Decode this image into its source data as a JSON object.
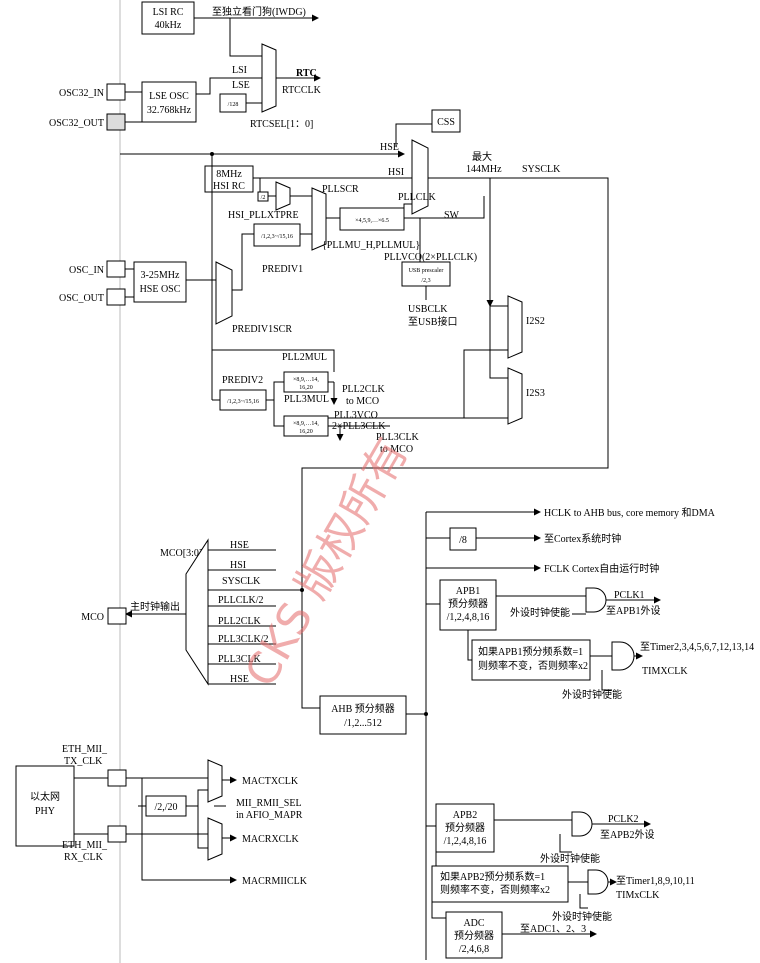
{
  "labels": {
    "lsi_rc": [
      "LSI RC",
      "40kHz"
    ],
    "to_iwdg": "至独立看门狗(IWDG)",
    "lsi": "LSI",
    "lse": "LSE",
    "div128": "/128",
    "rtc": "RTC",
    "rtcclk": "RTCCLK",
    "rtcsel": "RTCSEL[1：0]",
    "osc32_in": "OSC32_IN",
    "osc32_out": "OSC32_OUT",
    "lse_osc": [
      "LSE OSC",
      "32.768kHz"
    ],
    "css": "CSS",
    "hse": "HSE",
    "max_freq": [
      "最大",
      "144MHz"
    ],
    "sysclk": "SYSCLK",
    "hsi_rc": [
      "8MHz",
      "HSI RC"
    ],
    "hsi": "HSI",
    "div2": "/2",
    "pllscr": "PLLSCR",
    "pllclk": "PLLCLK",
    "sw": "SW",
    "hsi_pllxtpre": "HSI_PLLXTPRE",
    "pll_mul_box": "×4,5,9,…×6.5",
    "pllmul": "{PLLMU_H,PLLMUL}",
    "prediv1_box": "/1,2,3~/15,16",
    "prediv1": "PREDIV1",
    "pllvco": "PLLVCO(2×PLLCLK)",
    "usb_box": [
      "USB prescaler",
      "/2,3"
    ],
    "usbclk": [
      "USBCLK",
      "至USB接口"
    ],
    "osc_in": "OSC_IN",
    "osc_out": "OSC_OUT",
    "hse_osc": [
      "3-25MHz",
      "HSE OSC"
    ],
    "prediv1scr": "PREDIV1SCR",
    "i2s2": "I2S2",
    "i2s3": "I2S3",
    "pll2mul": "PLL2MUL",
    "prediv2": "PREDIV2",
    "prediv2_box": "/1,2,3~/15,16",
    "pll2_box": [
      "×8,9,…14,",
      "16,20"
    ],
    "pll2clk": [
      "PLL2CLK",
      "to MCO"
    ],
    "pll3mul": "PLL3MUL",
    "pll3_box": [
      "×8,9,…14,",
      "16,20"
    ],
    "pll3vco": [
      "PLL3VCO",
      "2×PLL3CLK"
    ],
    "pll3clk": [
      "PLL3CLK",
      "to MCO"
    ],
    "hclk": "HCLK to AHB bus, core memory 和DMA",
    "div8": "/8",
    "cortex_sys": "至Cortex系统时钟",
    "fclk": "FCLK Cortex自由运行时钟",
    "mco_sel": "MCO[3:0]",
    "mco_inputs": [
      "HSE",
      "HSI",
      "SYSCLK",
      "PLLCLK/2",
      "PLL2CLK",
      "PLL3CLK/2",
      "PLL3CLK",
      "HSE"
    ],
    "mco_out": "主时钟输出",
    "mco": "MCO",
    "apb1_box": [
      "APB1",
      "预分频器",
      "/1,2,4,8,16"
    ],
    "pclk1": "PCLK1",
    "to_apb1": "至APB1外设",
    "periph_en": "外设时钟使能",
    "apb1_note": [
      "如果APB1预分频系数=1",
      "则频率不变，否则频率x2"
    ],
    "to_timer_a": "至Timer2,3,4,5,6,7,12,13,14",
    "timxclk_a": "TIMXCLK",
    "periph_en_2": "外设时钟使能",
    "ahb_box": [
      "AHB 预分频器",
      "/1,2...512"
    ],
    "eth_phy": [
      "以太网",
      "PHY"
    ],
    "eth_tx": [
      "ETH_MII_",
      "TX_CLK"
    ],
    "eth_rx": [
      "ETH_MII_",
      "RX_CLK"
    ],
    "div2_20": "/2,/20",
    "mactxclk": "MACTXCLK",
    "mii_sel": [
      "MII_RMII_SEL",
      "in AFIO_MAPR"
    ],
    "macrxclk": "MACRXCLK",
    "macrmiiclk": "MACRMIICLK",
    "apb2_box": [
      "APB2",
      "预分频器",
      "/1,2,4,8,16"
    ],
    "pclk2": "PCLK2",
    "to_apb2": "至APB2外设",
    "periph_en_3": "外设时钟使能",
    "apb2_note": [
      "如果APB2预分频系数=1",
      "则频率不变，否则频率x2"
    ],
    "to_timer_b": "至Timer1,8,9,10,11",
    "timxclk_b": "TIMxCLK",
    "periph_en_4": "外设时钟使能",
    "adc_box": [
      "ADC",
      "预分频器",
      "/2,4,6,8"
    ],
    "to_adc": "至ADC1、2、3",
    "watermark": "CKS 版权所有"
  }
}
